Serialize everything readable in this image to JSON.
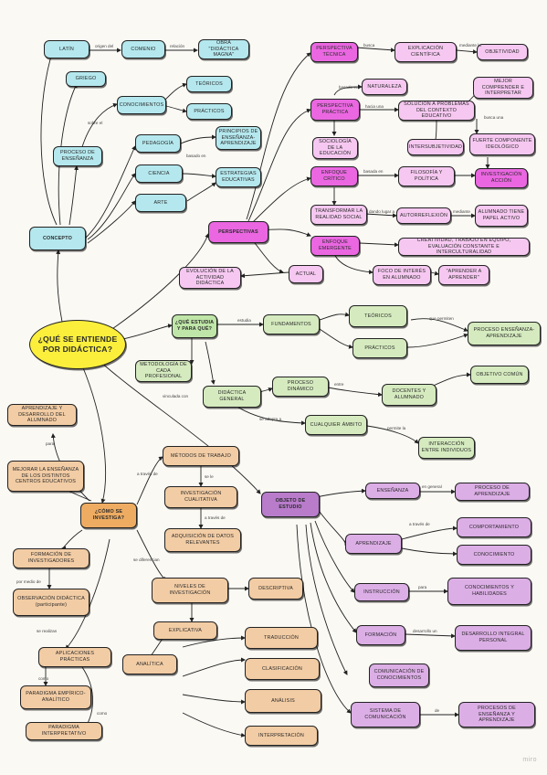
{
  "center": "¿QUÉ SE ENTIENDE POR DIDÁCTICA?",
  "concepto": {
    "concepto": "CONCEPTO",
    "latin": "LATÍN",
    "comenio": "COMENIO",
    "obra": "OBRA \"DIDÁCTICA MAGNA\"",
    "griego": "GRIEGO",
    "conocimientos": "CONOCIMIENTOS",
    "teoricos": "TEÓRICOS",
    "practicos": "PRÁCTICOS",
    "proceso": "PROCESO DE ENSEÑANZA",
    "pedagogia": "PEDAGOGÍA",
    "ciencia": "CIENCIA",
    "arte": "ARTE",
    "principios": "PRINCIPIOS DE ENSEÑANZA-APRENDIZAJE",
    "estrategias": "ESTRATEGIAS EDUCATIVAS"
  },
  "perspectivas": {
    "perspectivas": "PERSPECTIVAS",
    "tecnica": "PERSPECTIVA TÉCNICA",
    "explicacion": "EXPLICACIÓN CIENTÍFICA",
    "objetividad": "OBJETIVIDAD",
    "practica": "PERSPECTIVA PRÁCTICA",
    "naturaleza": "NATURALEZA",
    "solucion": "SOLUCIÓN A PROBLEMAS DEL CONTEXTO EDUCATIVO",
    "mejor_comprender": "MEJOR COMPRENDER E INTERPRETAR",
    "sociologia": "SOCIOLOGÍA DE LA EDUCACIÓN",
    "intersubjetivo": "INTERSUBJETIVIDAD",
    "fuerte_ideologico": "FUERTE COMPONENTE IDEOLÓGICO",
    "enfoque": "ENFOQUE CRÍTICO",
    "filosofia": "FILOSOFÍA Y POLÍTICA",
    "investigacion": "INVESTIGACIÓN ACCIÓN",
    "transformar": "TRANSFORMAR LA REALIDAD SOCIAL",
    "autorreflexion": "AUTORREFLEXIÓN",
    "alumnado": "ALUMNADO TIENE PAPEL ACTIVO",
    "emergente": "ENFOQUE EMERGENTE",
    "creatividad": "CREATIVIDAD, TRABAJO EN EQUIPO, EVALUACIÓN CONSTANTE E INTERCULTURALIDAD",
    "actual": "ACTUAL",
    "evolucion": "EVOLUCIÓN DE LA ACTIVIDAD DIDÁCTICA",
    "foco": "FOCO DE INTERÉS EN ALUMNADO",
    "aprender": "\"APRENDER A APRENDER\""
  },
  "estudia": {
    "estudia": "¿QUÉ ESTUDIA Y PARA QUÉ?",
    "fundamentos": "FUNDAMENTOS",
    "teoricos": "TEÓRICOS",
    "practicos": "PRÁCTICOS",
    "proceso_ea": "PROCESO ENSEÑANZA-APRENDIZAJE",
    "metodologia": "METODOLOGÍA DE CADA PROFESIONAL",
    "general": "DIDÁCTICA GENERAL",
    "dinamico": "PROCESO DINÁMICO",
    "docentes": "DOCENTES Y ALUMNADO",
    "objetivo": "OBJETIVO COMÚN",
    "ambito": "CUALQUIER ÁMBITO",
    "interaccion": "INTERACCIÓN ENTRE INDIVIDUOS"
  },
  "investigar": {
    "investigar": "¿CÓMO SE INVESTIGA?",
    "mejora": "APRENDIZAJE Y DESARROLLO DEL ALUMNADO",
    "mejorar": "MEJORAR LA ENSEÑANZA DE LOS DISTINTOS CENTROS EDUCATIVOS",
    "metodos": "MÉTODOS DE TRABAJO",
    "cualitativa": "INVESTIGACIÓN CUALITATIVA",
    "adquisicion": "ADQUISICIÓN DE DATOS RELEVANTES",
    "formacion_inv": "FORMACIÓN DE INVESTIGADORES",
    "observacion": "OBSERVACIÓN DIDÁCTICA (participante)",
    "niveles": "NIVELES DE INVESTIGACIÓN",
    "descriptiva": "DESCRIPTIVA",
    "explicativa": "EXPLICATIVA",
    "analitica": "ANALÍTICA",
    "aplicaciones": "APLICACIONES PRÁCTICAS",
    "paradigma": "PARADIGMA EMPÍRICO-ANALÍTICO",
    "interpretativo": "PARADIGMA INTERPRETATIVO",
    "traduccion": "TRADUCCIÓN",
    "clasificacion": "CLASIFICACIÓN",
    "analisis": "ANÁLISIS",
    "interpretacion": "INTERPRETACIÓN"
  },
  "objeto": {
    "objeto": "OBJETO DE ESTUDIO",
    "ensenanza": "ENSEÑANZA",
    "proceso_ap": "PROCESO DE APRENDIZAJE",
    "aprendizaje": "APRENDIZAJE",
    "comportamiento": "COMPORTAMIENTO",
    "conocimiento": "CONOCIMIENTO",
    "instruccion": "INSTRUCCIÓN",
    "conocimientos_h": "CONOCIMIENTOS Y HABILIDADES",
    "formacion": "FORMACIÓN",
    "desarrollo": "DESARROLLO INTEGRAL PERSONAL",
    "comunicacion": "COMUNICACIÓN DE CONOCIMIENTOS",
    "sistema": "SISTEMA DE COMUNICACIÓN",
    "procesos": "PROCESOS DE ENSEÑANZA Y APRENDIZAJE"
  },
  "labels": {
    "origen": "origen del",
    "relacion": "relación",
    "sobre": "sobre el",
    "basado": "basado en",
    "busca": "busca",
    "mediante": "mediante la",
    "basado2": "basado en",
    "hacia": "hacia una",
    "busca2": "busca una",
    "basada": "basada en",
    "dando": "dando lugar a",
    "mediante2": "mediante",
    "estudia": "estudia",
    "que": "que permiten",
    "vinculada": "vinculada con",
    "entre": "entre",
    "se_adapta": "se adapta a",
    "permite": "permite la",
    "para": "para",
    "a_traves": "a través de",
    "se_le": "se le",
    "a_traves2": "a través de",
    "por_medio": "por medio de",
    "se_realizan": "se realizan",
    "como": "como",
    "como2": "como",
    "se_diferencian": "se diferencian",
    "en_general": "en general",
    "a_traves3": "a través de",
    "para2": "para",
    "desarrollo_un": "desarrollo un",
    "de": "de"
  },
  "brand": "miro"
}
